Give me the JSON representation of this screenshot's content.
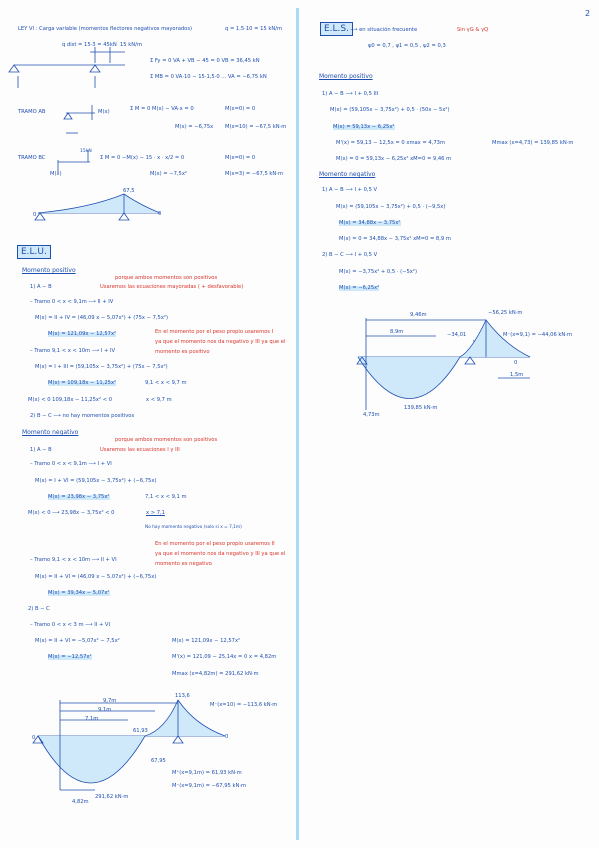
{
  "page_number": "2",
  "left": {
    "l0": "LEY VI : Carga variable (momentos flectores negativos mayorados)",
    "l0b": "q = 1,5·10 = 15 kN/m",
    "l1": "q dist = 15·3 = 45kN",
    "l1b": "15 kN/m",
    "l2": "Σ Fy = 0   VA + VB − 45 = 0     VB = 36,45 kN",
    "l3": "Σ MB = 0   VA·10 − 15·1,5·0 ...   VA = −6,75 kN",
    "l4a": "TRAMO AB",
    "l4b": "M(x)",
    "l4c": "Σ M = 0   M(x) − VA·x = 0",
    "l4d": "M(x=0) = 0",
    "l5a": "M(x) = −6,75x",
    "l5b": "M(x=10) = −67,5 kN·m",
    "l6a": "TRAMO BC",
    "l6b": "15kN",
    "l6c": "Σ M = 0   −M(x) − 15 · x · x/2 = 0",
    "l6d": "M(x=0) = 0",
    "l7a": "M(x)",
    "l7b": "M(x) = −7,5x²",
    "l7c": "M(x=3) = −67,5 kN·m",
    "d1a": "67,5",
    "d1b": "0",
    "d1c": "[□]",
    "d1d": "0",
    "elu": "E.L.U.",
    "mp": "Momento positivo",
    "a1": "1) A − B",
    "a1note": "porque ambos momentos son positivos",
    "a1note2": "Usaremos las ecuaciones mayoradas ( + desfavorable)",
    "a2": "– Tramo  0 < x < 9,1m   ⟶   II + IV",
    "a3": "M(x) = II + IV = (46,09 x − 5,07x²) + (75x − 7,5x²)",
    "a4": "M(x) = 121,09x − 12,57x²",
    "a4note": "En el momento por el peso propio usaremos  I",
    "a4note2": "ya que el momento nos da negativo y  III  ya que el",
    "a4note3": "momento es positivo",
    "a5": "– Tramo  9,1 < x < 10m   ⟶   I + IV",
    "a6": "M(x) = I + III = (59,105x − 3,75x²) + (75x − 7,5x²)",
    "a7": "M(x) = 109,18x − 11,25x²",
    "a7b": "9,1 < x < 9,7 m",
    "a8": "M(x) < 0       109,18x − 11,25x² < 0",
    "a8b": "x < 9,7 m",
    "a9": "2) B − C  ⟶ no hay momentos positivos",
    "mn": "Momento negativo",
    "b1": "1) A − B",
    "b1note": "porque ambos momentos son positivos",
    "b1note2": "Usaremos las ecuaciones  I  y  III",
    "b2": "– Tramo  0 < x < 9,1m   ⟶   I + VI",
    "b3": "M(x) = I + VI = (59,105x − 3,75x²) + (−6,75x)",
    "b4": "M(x) = 23,98x − 3,75x²",
    "b4b": "7,1 < x < 9,1 m",
    "b5": "M(x) < 0   ⟶  23,98x − 3,75x²  <  0",
    "b5b": "x > 7,1",
    "b6": "No hay momento negativo  (solo si x = 7,1m)",
    "b7note": "En el momento por el peso propio usaremos  II",
    "b7note2": "ya que el momento nos da negativo y  III  ya que el",
    "b7note3": "momento es negativo",
    "b8": "– Tramo  9,1 < x < 10m   ⟶   II + VI",
    "b9": "M(x) = II + VI = (46,09 x − 5,07x²) + (−6,75x)",
    "b10": "M(x) = 39,34x − 5,07x²",
    "b11": "2) B − C",
    "b12": "– Tramo  0 < x < 3 m   ⟶   II + VI",
    "b13": "M(x) = II + VI = −5,07x² − 7,5x²",
    "b13b": "M(x) = 121,09x − 12,57x²",
    "b14": "M(x) = −12,57x²",
    "b14b": "M'(x) = 121,09 − 25,14x = 0     x = 4,82m",
    "b15": "Mmax (x=4,82m) = 291,62 kN·m",
    "d2a": "9,7m",
    "d2b": "9,1m",
    "d2c": "7,1m",
    "d2d": "113,6",
    "d2e": "M⁻(x=10) = −113,6 kN·m",
    "d2f": "61,93",
    "d2g": "[□]",
    "d2h": "[□]",
    "d2i": "67,95",
    "d2j": "M⁺(x=9,1m) = 61,93 kN·m",
    "d2k": "M⁻(x=9,1m) = −67,95 kN·m",
    "d2l": "291,62 kN·m",
    "d2m": "4,82m",
    "d2n": "0",
    "d2o": "0"
  },
  "right": {
    "els": "E.L.S.",
    "e1": "⟶  en situación frecuente",
    "e1note": "Sin  γG  &  γQ",
    "e2": "ψ0 = 0,7 ,  ψ1 = 0,5 ,  ψ2 = 0,3",
    "mp": "Momento positivo",
    "c1": "1) A − B   ⟶   I + 0,5 III",
    "c2": "M(x) = (59,105x − 3,75x²) + 0,5 · (50x − 5x²)",
    "c3": "M(x) = 59,13x − 6,25x²",
    "c4": "M'(x) = 59,13 − 12,5x = 0      xmax = 4,73m",
    "c4b": "Mmax (x=4,73) = 139,85 kN·m",
    "c5": "M(x) = 0 = 59,13x − 6,25x²      xM=0 = 9,46 m",
    "mn": "Momento negativo",
    "c6": "1) A − B   ⟶   I + 0,5 V",
    "c7": "M(x) = (59,105x − 3,75x²) + 0,5 · (−9,5x)",
    "c8": "M(x) = 34,88x − 3,75x²",
    "c9": "M(x) = 0 = 34,88x − 3,75x²        xM=0 = 8,9 m",
    "c10": "2) B − C   ⟶   I + 0,5 V",
    "c11": "M(x) = −3,75x² + 0,5 · (−5x²)",
    "c12": "M(x) = −6,25x²",
    "f1": "9,46m",
    "f2": "−56,25 kN·m",
    "f3": "8,9m",
    "f4": "−34,01",
    "f5": "M⁻(x=9,1) = −44,06 kN·m",
    "f6": "[□]",
    "f7": "[□]",
    "f8": "1,5m",
    "f9": "139,85 kN·m",
    "f10": "4,73m",
    "f11": "0",
    "f12": "0"
  }
}
